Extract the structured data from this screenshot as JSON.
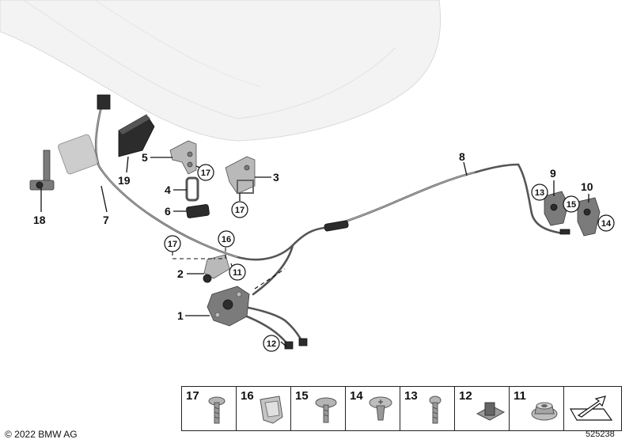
{
  "callouts": {
    "n1": "1",
    "n2": "2",
    "n3": "3",
    "n4": "4",
    "n5": "5",
    "n6": "6",
    "n7": "7",
    "n8": "8",
    "n9": "9",
    "n10": "10",
    "n11": "11",
    "n12": "12",
    "n13": "13",
    "n14": "14",
    "n15": "15",
    "n16": "16",
    "n17": "17",
    "n18": "18",
    "n19": "19"
  },
  "legend": {
    "items": [
      {
        "num": "17",
        "icon": "bolt-icon"
      },
      {
        "num": "16",
        "icon": "clip-icon"
      },
      {
        "num": "15",
        "icon": "screw-icon"
      },
      {
        "num": "14",
        "icon": "rivet-icon"
      },
      {
        "num": "13",
        "icon": "bolt-icon"
      },
      {
        "num": "12",
        "icon": "connector-clip-icon"
      },
      {
        "num": "11",
        "icon": "nut-icon"
      }
    ],
    "arrow_icon": "direction-arrow-icon"
  },
  "footer": {
    "copyright": "© 2022 BMW AG",
    "doc_number": "525238"
  },
  "colors": {
    "line": "#111111",
    "part_mid": "#7b7b7b",
    "part_light": "#b9b9b9",
    "part_dark": "#2c2c2c",
    "hood": "#f1f1f1"
  }
}
